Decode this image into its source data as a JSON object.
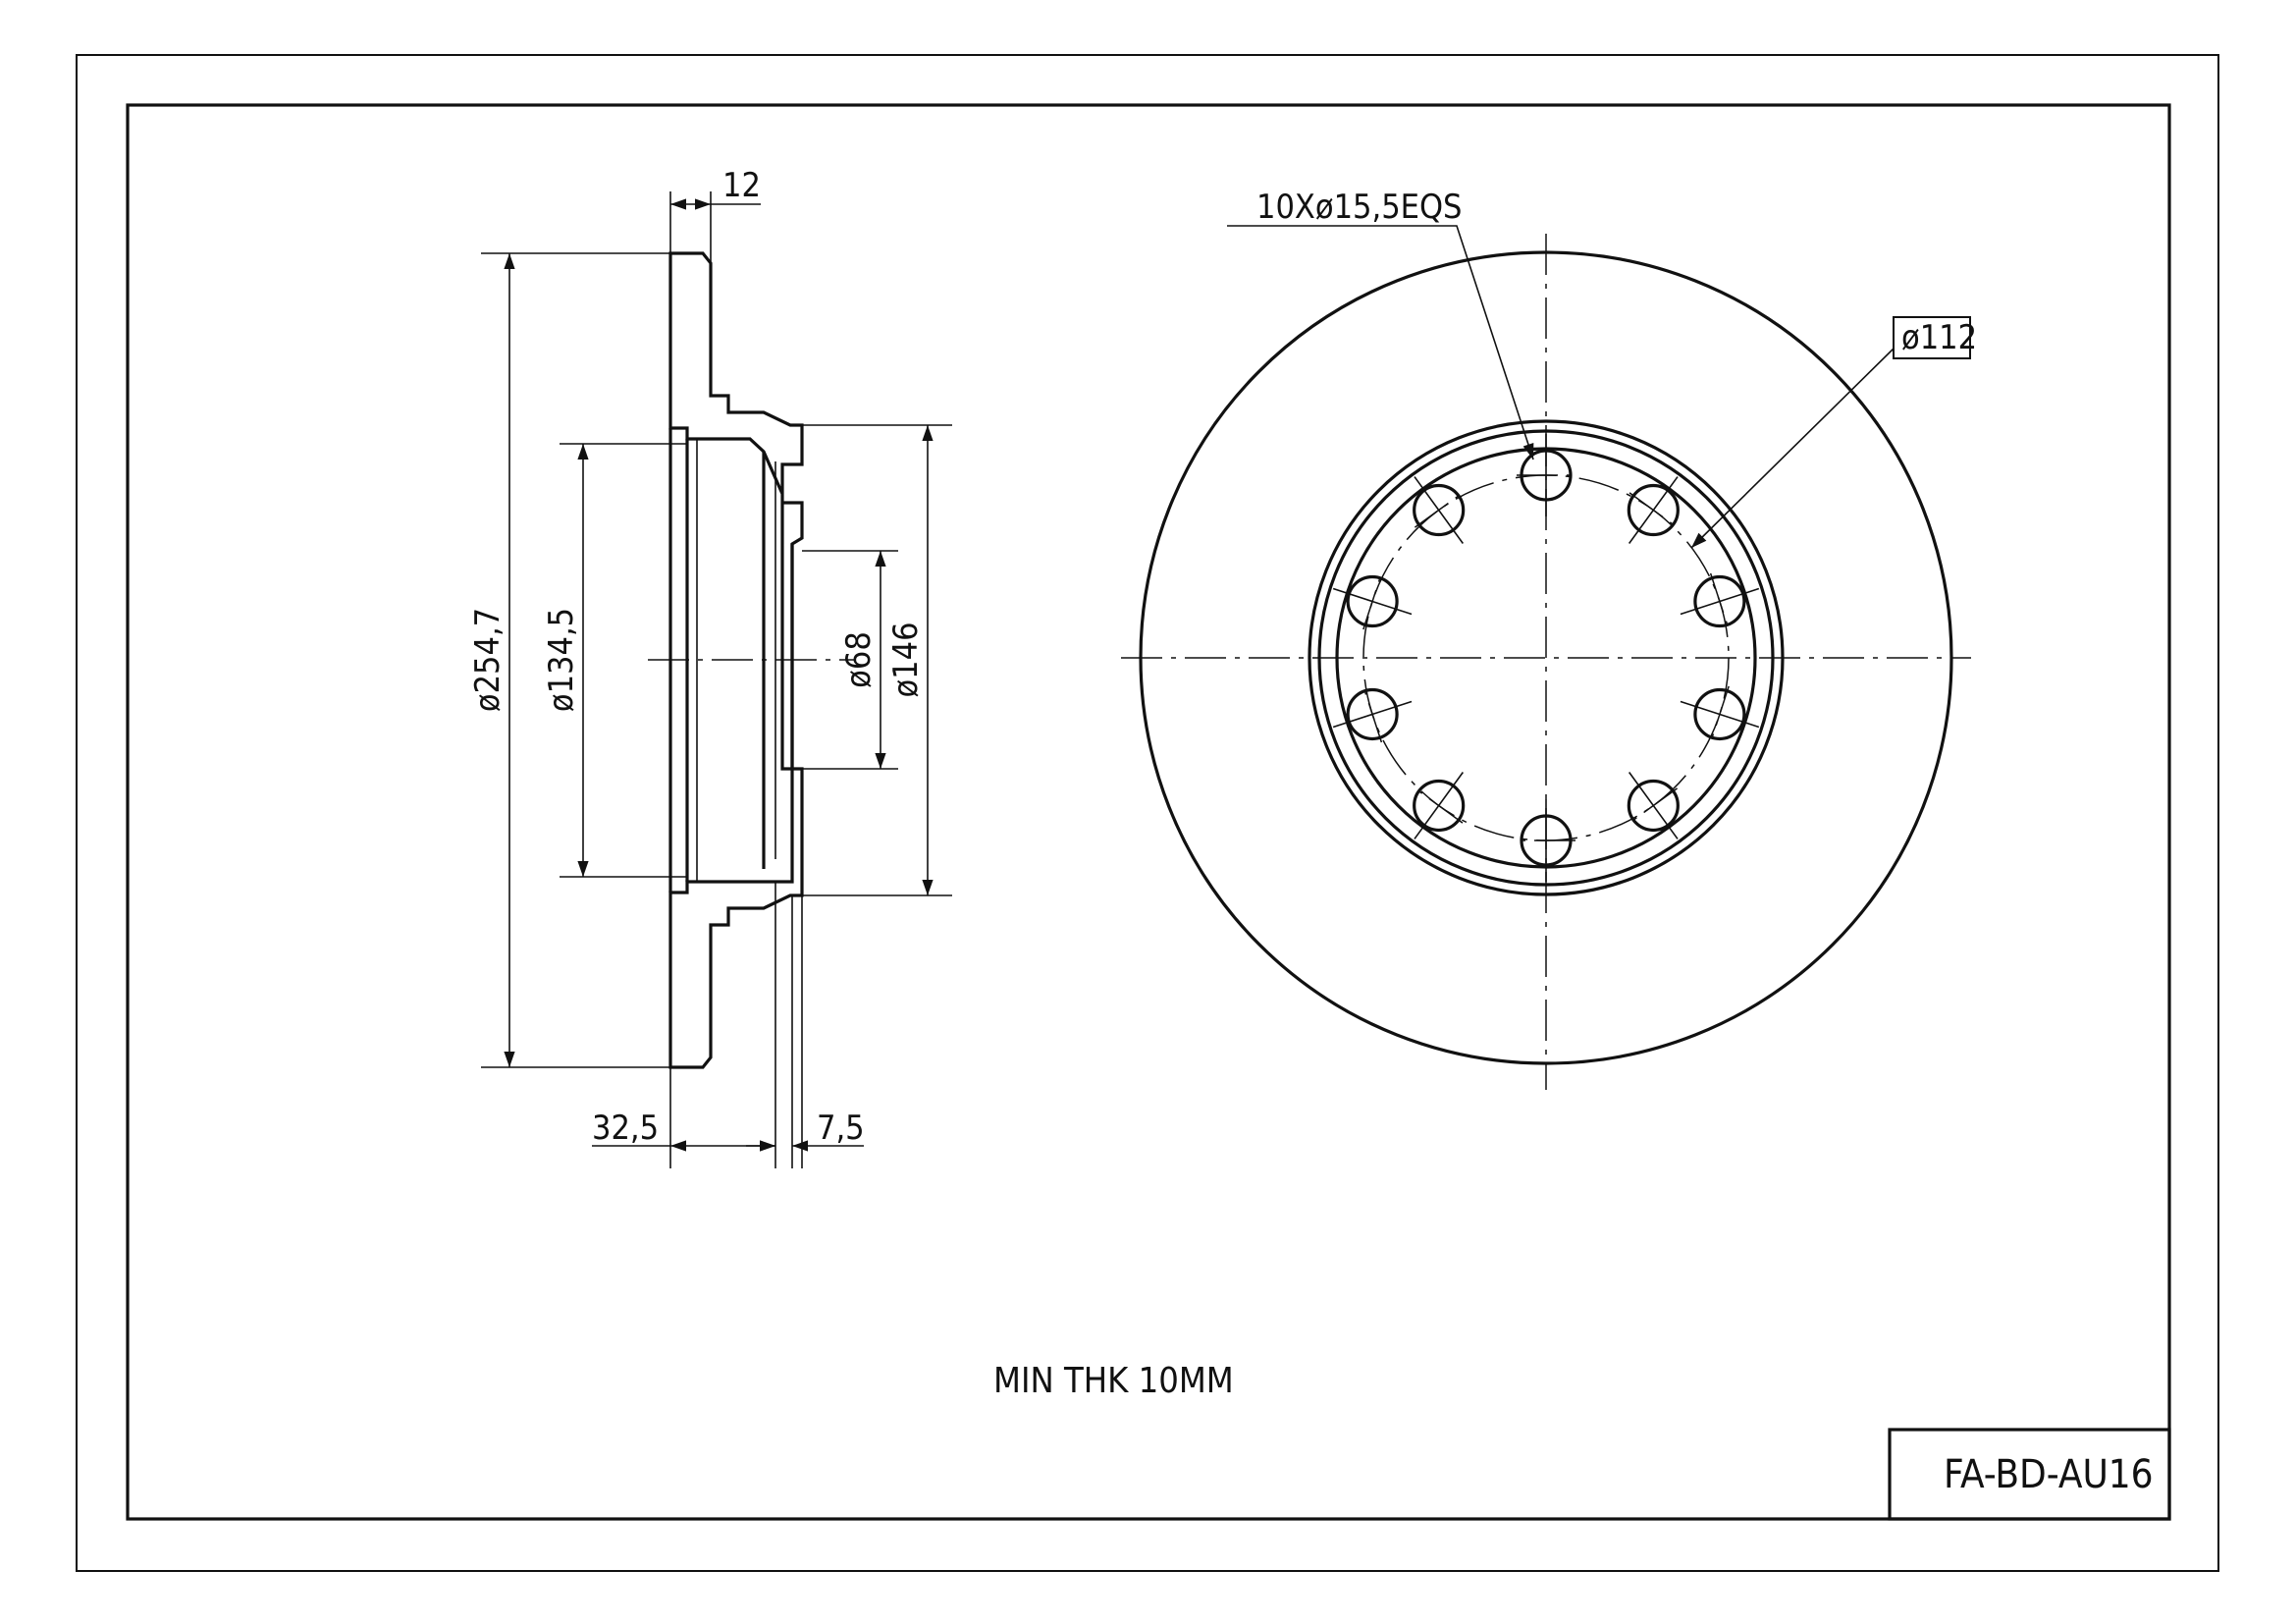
{
  "drawing": {
    "part_number": "FA-BD-AU16",
    "note": "MIN THK 10MM",
    "dimensions": {
      "thickness": "12",
      "outer_diameter": "ø254,7",
      "inner_hat_diameter": "ø134,5",
      "center_bore": "ø68",
      "hat_diameter": "ø146",
      "height": "32,5",
      "hat_thickness": "7,5",
      "bolt_circle": "ø112",
      "holes": "10Xø15,5EQS"
    }
  }
}
